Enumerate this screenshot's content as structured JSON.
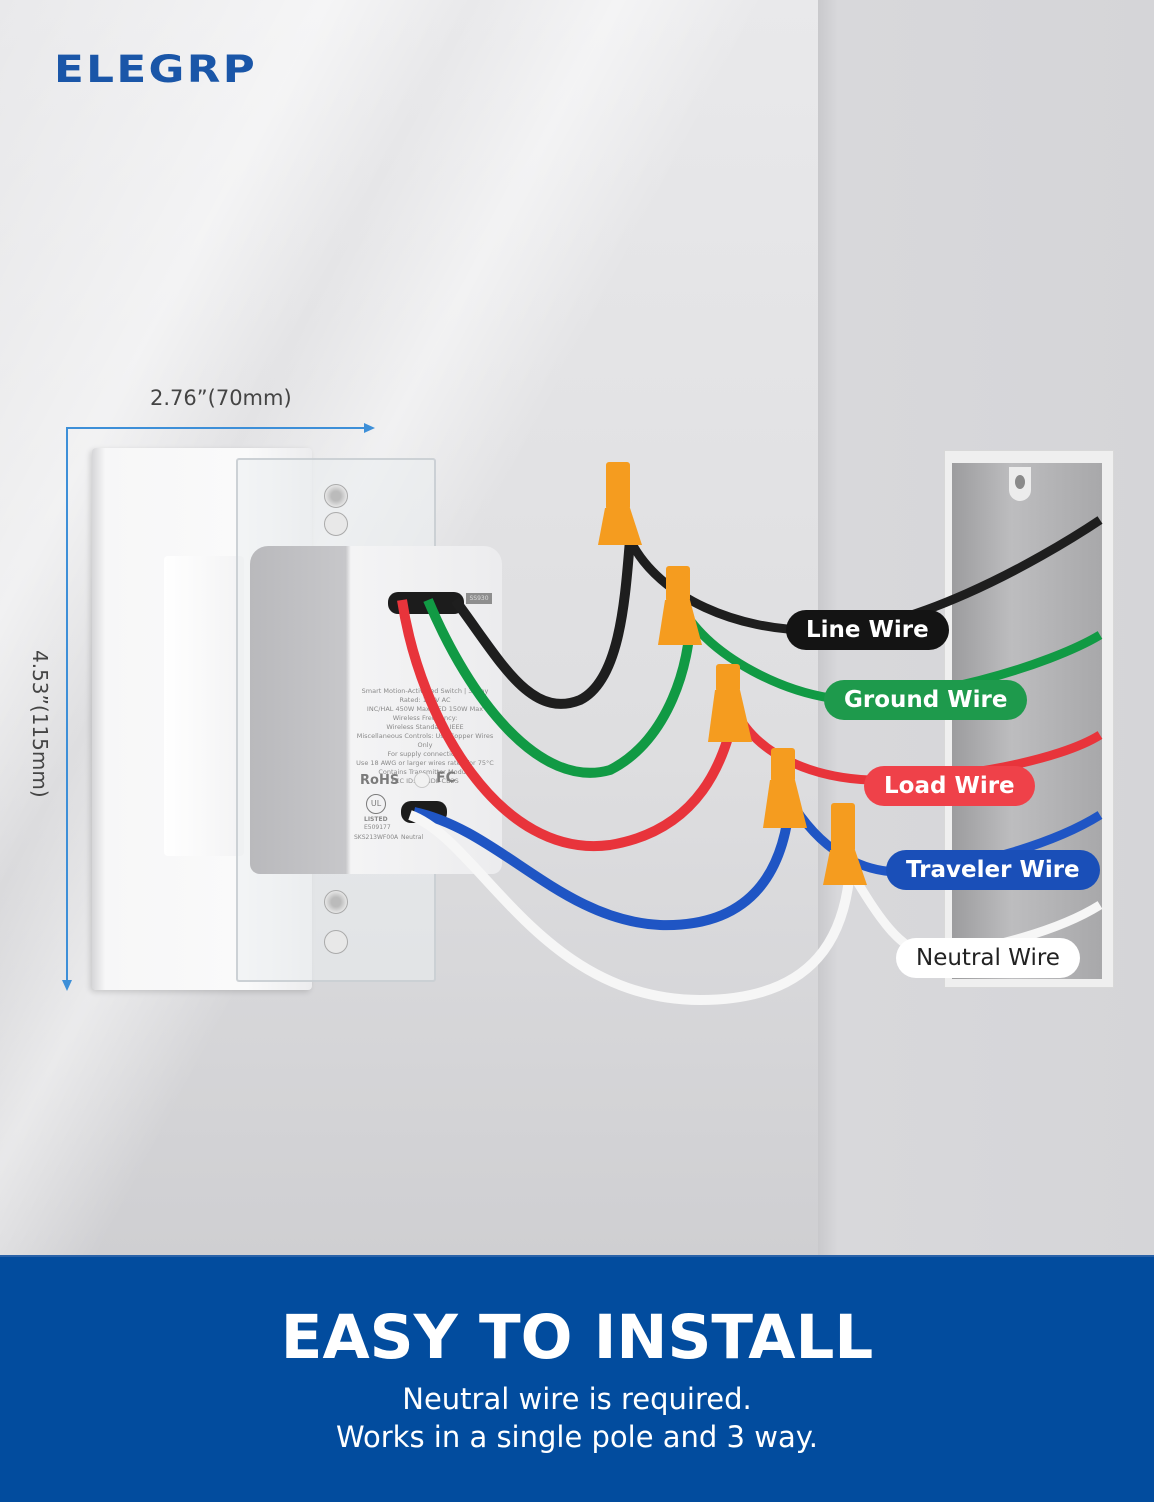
{
  "brand": {
    "logo_text": "ELEGRP",
    "logo_color": "#1a56a8"
  },
  "dimensions": {
    "width_label": "2.76”(70mm)",
    "height_label": "4.53”(115mm)",
    "arrow_color": "#3d8fd8"
  },
  "switch": {
    "model_badge": "SS930",
    "label_lines": [
      "Smart Motion-Activated Switch | 3-Way",
      "Rated: 120V AC",
      "INC/HAL 450W Max. LED 150W Max",
      "Wireless Frequency:",
      "Wireless Standard: IEEE",
      "Miscellaneous Controls: Use Copper Wires Only",
      "For supply connections",
      "Use 18 AWG or larger wires rated for 75°C",
      "Contains Transmitter Module",
      "FCC ID: 2ANDL-CB2S"
    ],
    "rohs": "RoHS",
    "ul": "UL",
    "ul_listed": "LISTED",
    "ul_number": "E509177",
    "part_number": "SKS213WF00A",
    "neutral_port": "Neutral"
  },
  "wires": [
    {
      "label": "Line Wire",
      "color": "#1e1e1e",
      "label_bg": "#141414",
      "text_color": "#ffffff"
    },
    {
      "label": "Ground Wire",
      "color": "#119a44",
      "label_bg": "#1e9a4c",
      "text_color": "#ffffff"
    },
    {
      "label": "Load Wire",
      "color": "#e8343b",
      "label_bg": "#ef4149",
      "text_color": "#ffffff"
    },
    {
      "label": "Traveler Wire",
      "color": "#1f55c4",
      "label_bg": "#1a4fb8",
      "text_color": "#ffffff"
    },
    {
      "label": "Neutral Wire",
      "color": "#f6f6f6",
      "label_bg": "#ffffff",
      "text_color": "#222222"
    }
  ],
  "wire_nut_color": "#f59c1f",
  "banner": {
    "title": "EASY TO INSTALL",
    "line1": "Neutral wire is required.",
    "line2": "Works in a single pole and 3 way.",
    "bg_color": "#024c9e"
  }
}
